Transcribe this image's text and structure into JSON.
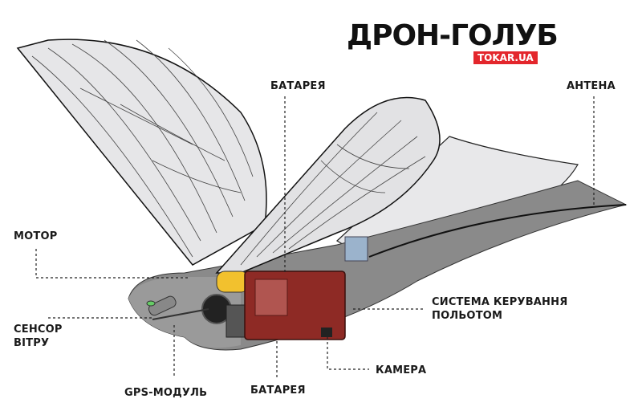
{
  "title": "ДРОН-ГОЛУБ",
  "logo": "TOKAR.UA",
  "colors": {
    "logo_bg": "#e3262c",
    "battery": "#f2c12e",
    "control_box": "#8e2a25",
    "body": "#8a8a8a"
  },
  "labels": {
    "battery_top": "БАТАРЕЯ",
    "antenna": "АНТЕНА",
    "motor": "МОТОР",
    "wind_sensor_1": "СЕНСОР",
    "wind_sensor_2": "ВІТРУ",
    "gps": "GPS-МОДУЛЬ",
    "battery_bottom": "БАТАРЕЯ",
    "camera": "КАМЕРА",
    "flight_control_1": "СИСТЕМА КЕРУВАННЯ",
    "flight_control_2": "ПОЛЬОТОМ"
  }
}
